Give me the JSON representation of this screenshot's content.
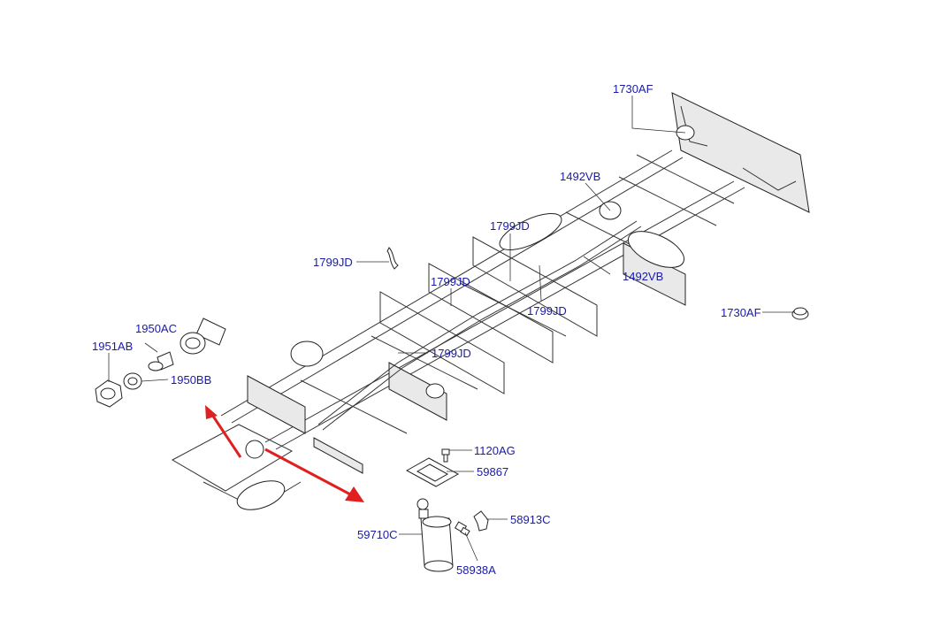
{
  "callouts": {
    "c_1730AF_top": "1730AF",
    "c_1492VB_top": "1492VB",
    "c_1799JD_a": "1799JD",
    "c_1799JD_b": "1799JD",
    "c_1799JD_c": "1799JD",
    "c_1799JD_d": "1799JD",
    "c_1799JD_e": "1799JD",
    "c_1492VB_bottom": "1492VB",
    "c_1730AF_right": "1730AF",
    "c_1950AC": "1950AC",
    "c_1951AB": "1951AB",
    "c_1950BB": "1950BB",
    "c_1120AG": "1120AG",
    "c_59867": "59867",
    "c_59710C": "59710C",
    "c_58913C": "58913C",
    "c_58938A": "58938A"
  },
  "colors": {
    "label": "#1a1aa8",
    "arrow": "#e02020",
    "line": "#333333"
  }
}
